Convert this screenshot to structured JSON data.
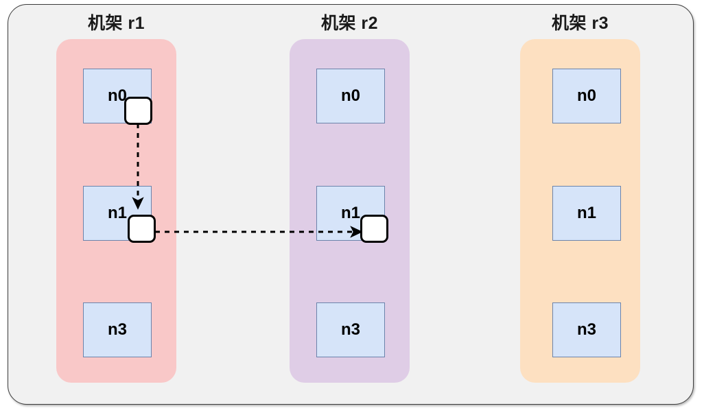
{
  "diagram": {
    "title_hidden": "",
    "container": {
      "name": "cluster"
    },
    "racks": [
      {
        "id": "r1",
        "label": "机架 r1",
        "color": "#f9c8c8",
        "nodes": [
          {
            "id": "n0",
            "label": "n0"
          },
          {
            "id": "n1",
            "label": "n1"
          },
          {
            "id": "n3",
            "label": "n3"
          }
        ]
      },
      {
        "id": "r2",
        "label": "机架 r2",
        "color": "#dfcde6",
        "nodes": [
          {
            "id": "n0",
            "label": "n0"
          },
          {
            "id": "n1",
            "label": "n1"
          },
          {
            "id": "n3",
            "label": "n3"
          }
        ]
      },
      {
        "id": "r3",
        "label": "机架 r3",
        "color": "#fde0c1",
        "nodes": [
          {
            "id": "n0",
            "label": "n0"
          },
          {
            "id": "n1",
            "label": "n1"
          },
          {
            "id": "n3",
            "label": "n3"
          }
        ]
      }
    ],
    "shards": [
      {
        "id": "shard-r1-n0",
        "label": "",
        "on_rack": "r1",
        "on_node": "n0"
      },
      {
        "id": "shard-r1-n1",
        "label": "",
        "on_rack": "r1",
        "on_node": "n1"
      },
      {
        "id": "shard-r2-n1",
        "label": "",
        "on_rack": "r2",
        "on_node": "n1"
      }
    ],
    "arrows": [
      {
        "id": "replication-r1n0-to-r1n1",
        "style": "dashed",
        "color": "#000000",
        "from": "r1/n0",
        "to": "r1/n1",
        "direction": "vertical"
      },
      {
        "id": "replication-r1n1-to-r2n1",
        "style": "dashed",
        "color": "#000000",
        "from": "r1/n1",
        "to": "r2/n1",
        "direction": "horizontal"
      }
    ],
    "colors": {
      "node_fill": "#d6e4f9",
      "node_border": "#6b83ab",
      "container_fill": "#f1f1f1",
      "container_border": "#3c3c3c",
      "shard_fill": "#ffffff",
      "shard_border": "#000000",
      "arrow": "#000000"
    }
  }
}
